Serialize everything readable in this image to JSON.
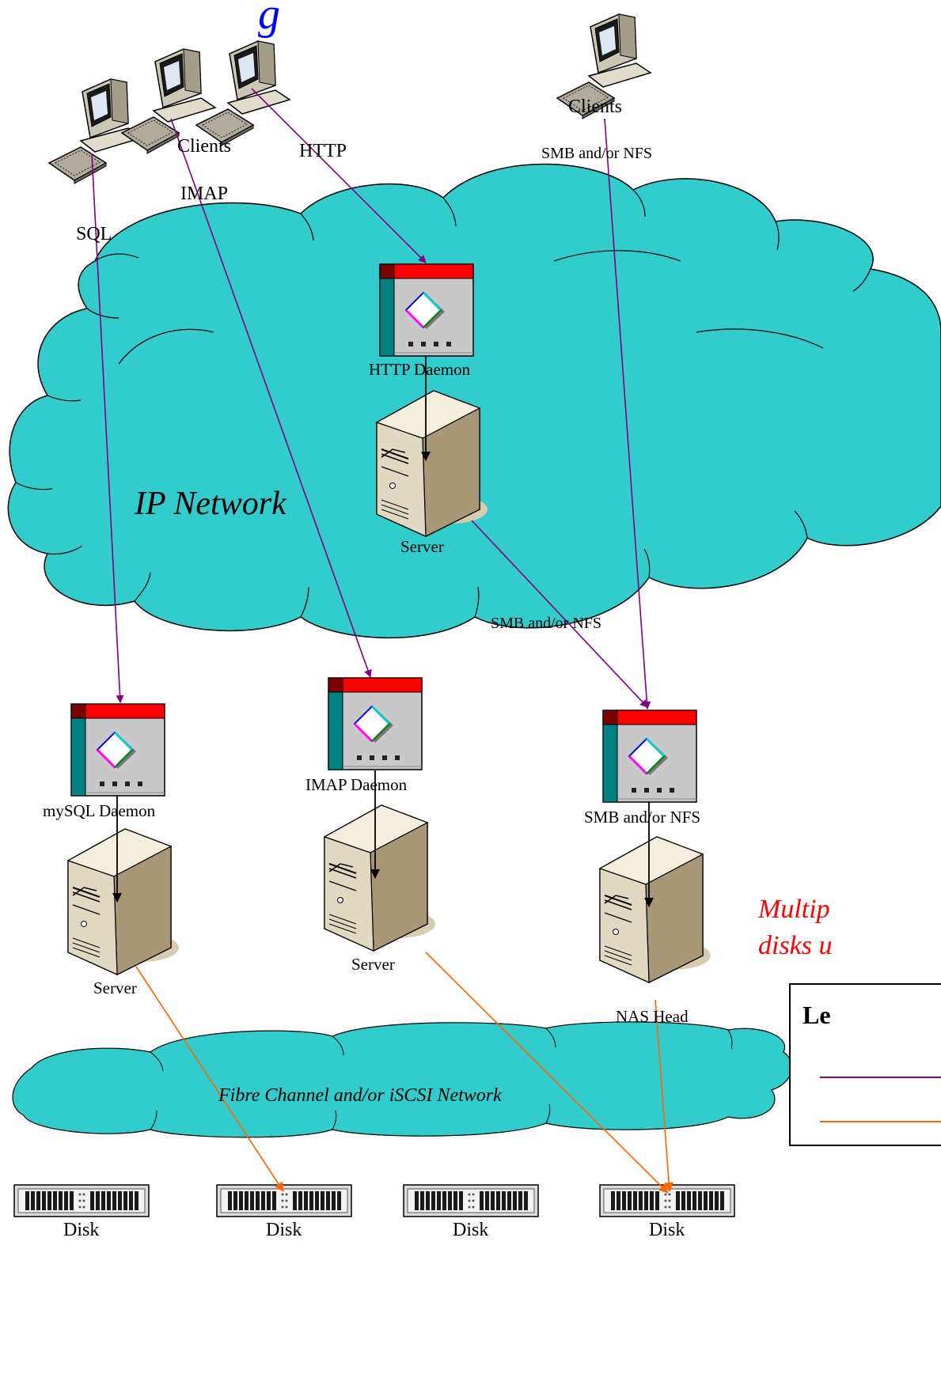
{
  "title_partial": "g",
  "clients": {
    "left_label": "Clients",
    "right_label": "Clients"
  },
  "protocols": {
    "sql": "SQL",
    "imap": "IMAP",
    "http": "HTTP",
    "smb_nfs_top": "SMB and/or NFS",
    "smb_nfs_mid": "SMB and/or NFS"
  },
  "network": {
    "ip": "IP Network",
    "fc": "Fibre Channel and/or iSCSI Network"
  },
  "daemons": {
    "http": "HTTP Daemon",
    "mysql": "mySQL Daemon",
    "imap": "IMAP Daemon",
    "smb": "SMB and/or NFS"
  },
  "servers": {
    "top": "Server",
    "left": "Server",
    "mid": "Server",
    "nas": "NAS Head"
  },
  "disks": [
    "Disk",
    "Disk",
    "Disk",
    "Disk"
  ],
  "annotation": {
    "line1": "Multip",
    "line2": "disks u"
  },
  "legend": {
    "title": "Le"
  },
  "colors": {
    "cloud": "#33CCCC",
    "ip_link": "#800080",
    "storage_link": "#FF6600",
    "title": "#0000FF",
    "annotation": "#FF0000",
    "window_bar": "#FF0000",
    "window_side": "#008080"
  }
}
